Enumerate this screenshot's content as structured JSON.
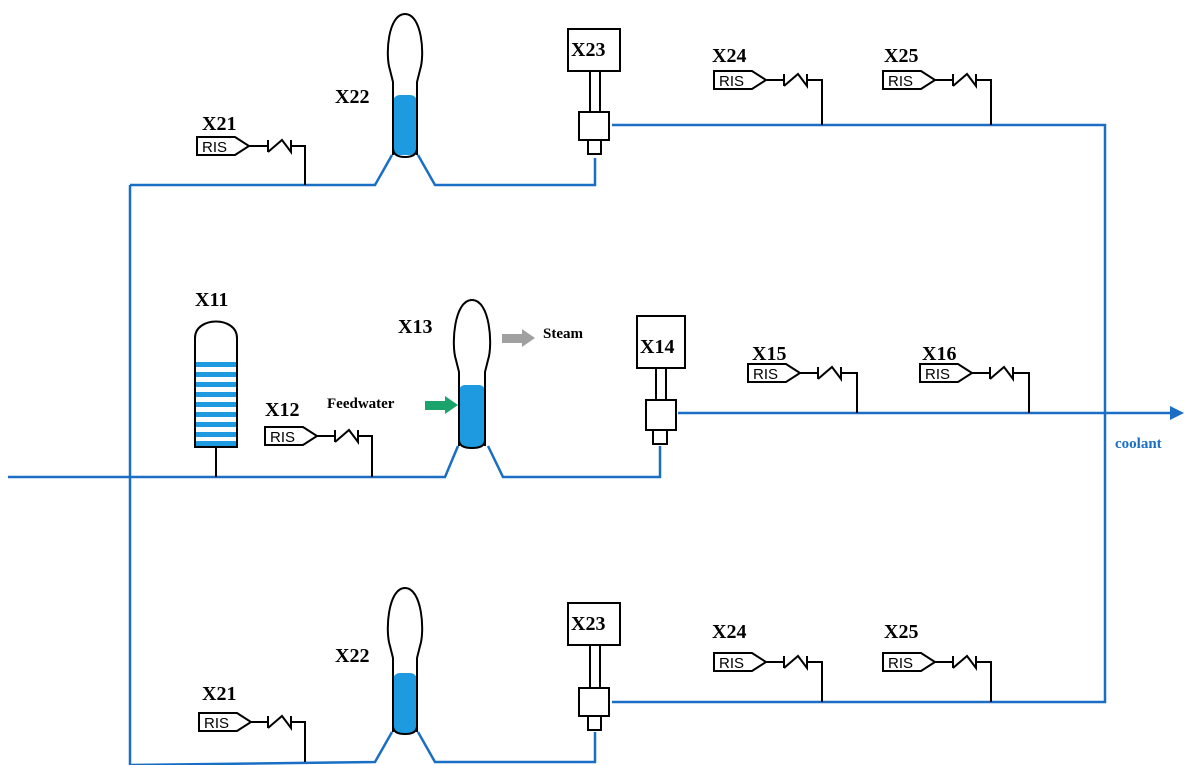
{
  "colors": {
    "pipe": "#1a6fc4",
    "water": "#1e9be0",
    "feed_arrow": "#1aa36b",
    "steam_arrow": "#a0a0a0",
    "coolant_text": "#1a6fc4"
  },
  "icons": [
    "ris-sensor-icon",
    "check-valve-icon",
    "tank-icon",
    "steam-generator-icon",
    "pump-icon",
    "flow-arrow-icon"
  ],
  "top_loop": {
    "x21": "X21",
    "x22": "X22",
    "x23": "X23",
    "x24": "X24",
    "x25": "X25",
    "ris": "RIS"
  },
  "middle_loop": {
    "x11": "X11",
    "x12": "X12",
    "x13": "X13",
    "x14": "X14",
    "x15": "X15",
    "x16": "X16",
    "ris": "RIS",
    "feedwater": "Feedwater",
    "steam": "Steam",
    "coolant": "coolant"
  },
  "bottom_loop": {
    "x21": "X21",
    "x22": "X22",
    "x23": "X23",
    "x24": "X24",
    "x25": "X25",
    "ris": "RIS"
  }
}
